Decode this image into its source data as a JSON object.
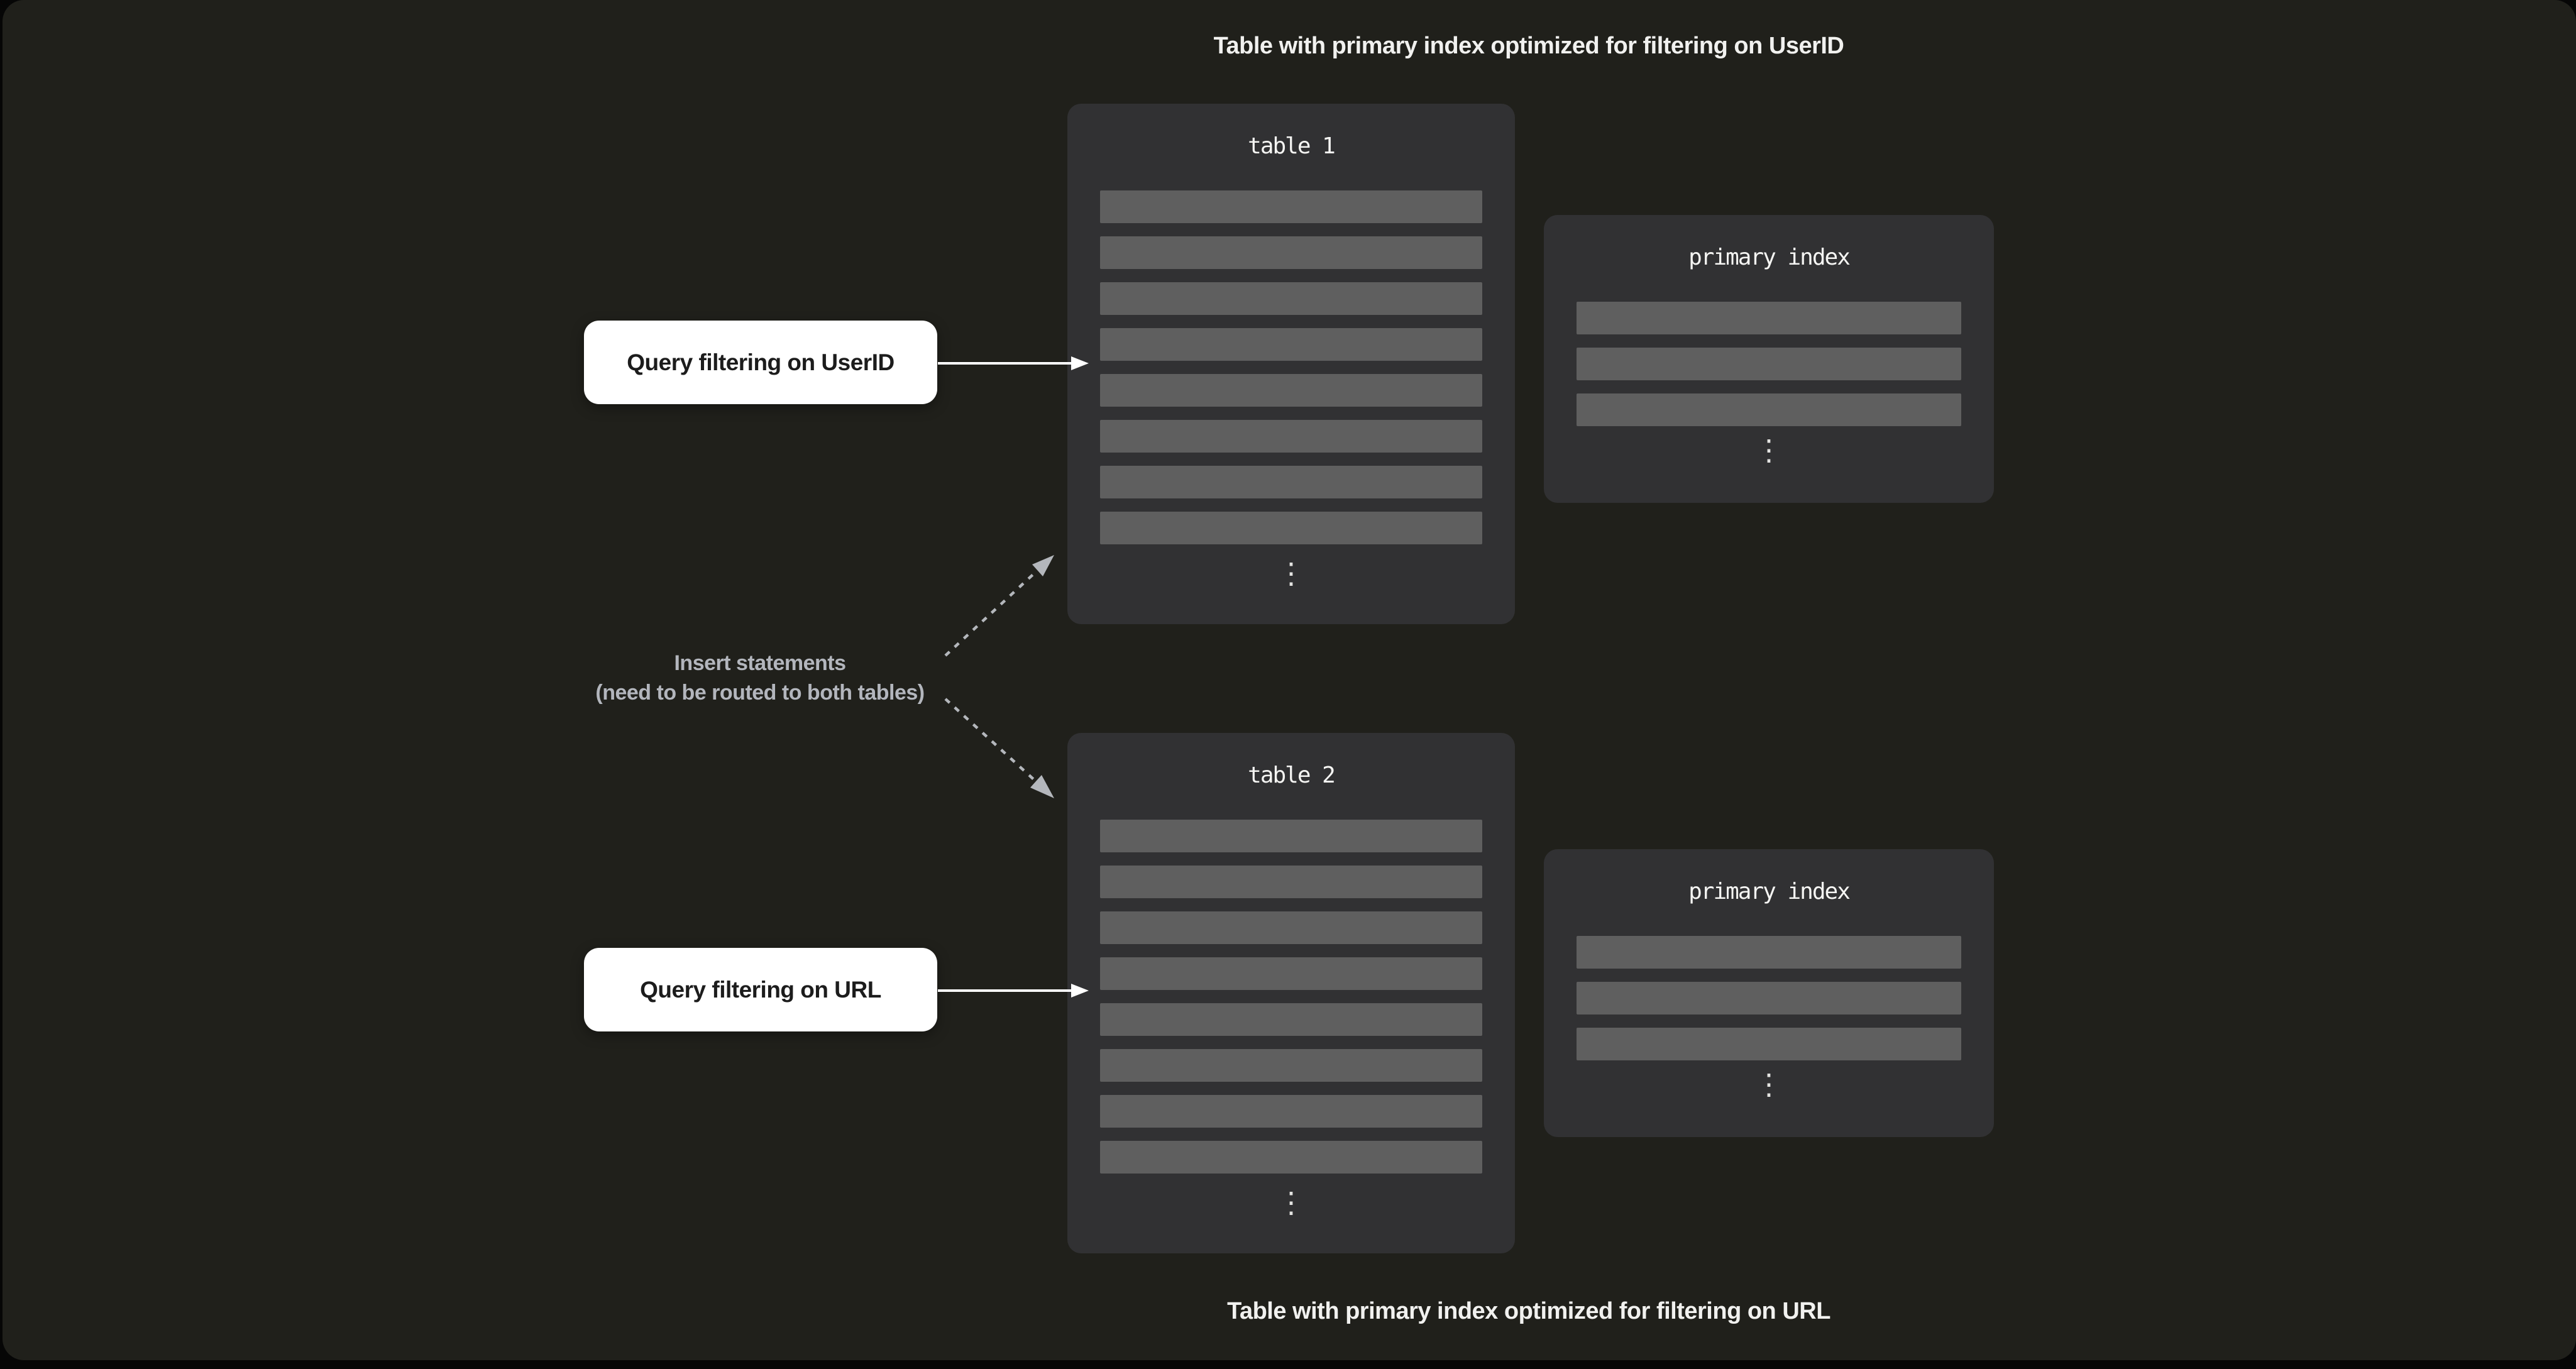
{
  "colors": {
    "bg_canvas": "#20201b",
    "card_bg": "#313133",
    "row_fill": "#5f5f5f",
    "title_text": "#f1f1ef",
    "muted_text": "#b3b6bd",
    "callout_bg": "#ffffff",
    "callout_text": "#1c1c1c",
    "arrow_solid": "#ffffff",
    "arrow_dashed": "#b4b7bc"
  },
  "titles": {
    "top": "Table with primary index optimized for filtering on UserID",
    "bottom": "Table with primary index optimized for filtering on URL"
  },
  "tables": {
    "table1": {
      "label": "table 1",
      "row_count": 8,
      "ellipsis": "⋮"
    },
    "table2": {
      "label": "table 2",
      "row_count": 8,
      "ellipsis": "⋮"
    }
  },
  "indexes": {
    "index1": {
      "label": "primary index",
      "row_count": 3,
      "ellipsis": "⋮"
    },
    "index2": {
      "label": "primary index",
      "row_count": 3,
      "ellipsis": "⋮"
    }
  },
  "callouts": {
    "userid": {
      "label": "Query filtering on UserID"
    },
    "url": {
      "label": "Query filtering on URL"
    }
  },
  "insert_note": {
    "line1": "Insert statements",
    "line2": "(need to be routed to both tables)"
  }
}
